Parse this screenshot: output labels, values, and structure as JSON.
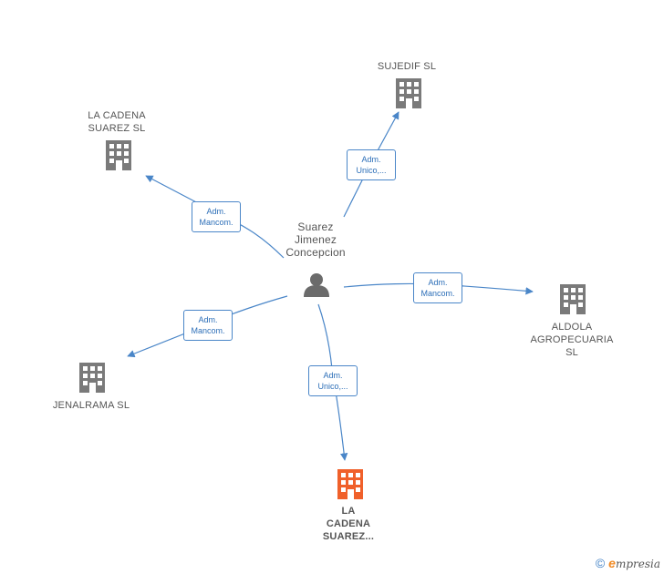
{
  "center": {
    "label": "Suarez\nJimenez\nConcepcion",
    "icon": "person-icon"
  },
  "companies": [
    {
      "id": "sujedif",
      "label": "SUJEDIF  SL",
      "icon": "building-icon",
      "color": "#7a7a7a",
      "main": false
    },
    {
      "id": "cadena-top",
      "label": "LA CADENA\nSUAREZ  SL",
      "icon": "building-icon",
      "color": "#7a7a7a",
      "main": false
    },
    {
      "id": "aldola",
      "label": "ALDOLA\nAGROPECUARIA\nSL",
      "icon": "building-icon",
      "color": "#7a7a7a",
      "main": false
    },
    {
      "id": "jenalrama",
      "label": "JENALRAMA  SL",
      "icon": "building-icon",
      "color": "#7a7a7a",
      "main": false
    },
    {
      "id": "cadena-main",
      "label": "LA\nCADENA\nSUAREZ...",
      "icon": "building-icon",
      "color": "#f0602a",
      "main": true
    }
  ],
  "relations": [
    {
      "to": "sujedif",
      "label": "Adm.\nUnico,..."
    },
    {
      "to": "cadena-top",
      "label": "Adm.\nMancom."
    },
    {
      "to": "aldola",
      "label": "Adm.\nMancom."
    },
    {
      "to": "jenalrama",
      "label": "Adm.\nMancom."
    },
    {
      "to": "cadena-main",
      "label": "Adm.\nUnico,..."
    }
  ],
  "footer": {
    "copyright": "©",
    "brand_initial": "e",
    "brand_rest": "mpresia"
  },
  "colors": {
    "edge": "#4a86c8",
    "company": "#7a7a7a",
    "main_company": "#f0602a",
    "person": "#6b6b6b"
  }
}
